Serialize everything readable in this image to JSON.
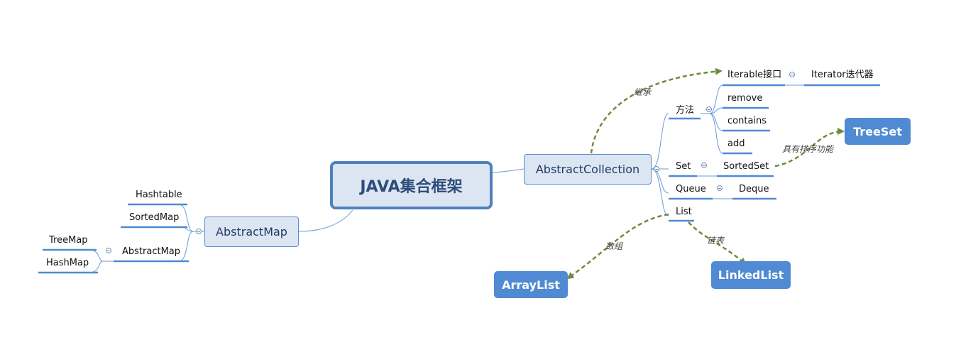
{
  "central": {
    "label": "JAVA集合框架"
  },
  "abstract_collection": {
    "label": "AbstractCollection",
    "inherit_label": "继承",
    "iterable": {
      "label": "Iterable接口",
      "child": "Iterator迭代器"
    },
    "methods": {
      "label": "方法",
      "items": [
        "remove",
        "contains",
        "add"
      ]
    },
    "set": {
      "label": "Set",
      "child": "SortedSet",
      "sort_label": "具有排序功能",
      "target": "TreeSet"
    },
    "queue": {
      "label": "Queue",
      "child": "Deque"
    },
    "list": {
      "label": "List",
      "array_label": "数组",
      "array_target": "ArrayList",
      "linked_label": "链表",
      "linked_target": "LinkedList"
    }
  },
  "abstract_map": {
    "label": "AbstractMap",
    "children": [
      "Hashtable",
      "SortedMap",
      "AbstractMap"
    ],
    "sub_children": [
      "TreeMap",
      "HashMap"
    ]
  },
  "colors": {
    "accent": "#4f81bd",
    "node_fill": "#dce6f2",
    "line": "#5b8bd0",
    "relation": "#6e8b3d",
    "box": "#4f8ad2"
  }
}
